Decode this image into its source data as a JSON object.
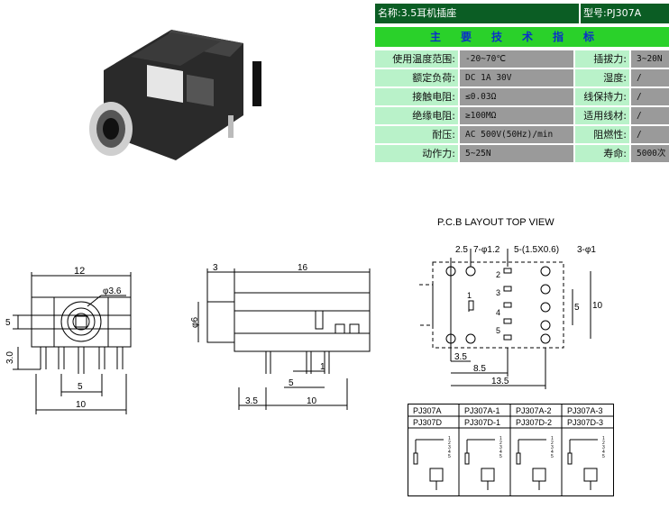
{
  "spec": {
    "name_label": "名称:3.5耳机插座",
    "model_label": "型号:PJ307A",
    "section_title": "主要技术指标",
    "rows": [
      {
        "l1": "使用温度范围:",
        "v1": "-20~70℃",
        "l2": "插拔力:",
        "v2": "3~20N"
      },
      {
        "l1": "额定负荷:",
        "v1": "DC 1A 30V",
        "l2": "湿度:",
        "v2": "/"
      },
      {
        "l1": "接触电阻:",
        "v1": "≤0.03Ω",
        "l2": "线保持力:",
        "v2": "/"
      },
      {
        "l1": "绝缘电阻:",
        "v1": "≥100MΩ",
        "l2": "适用线材:",
        "v2": "/"
      },
      {
        "l1": "耐压:",
        "v1": "AC 500V(50Hz)/min",
        "l2": "阻燃性:",
        "v2": "/"
      },
      {
        "l1": "动作力:",
        "v1": "5~25N",
        "l2": "寿命:",
        "v2": "5000次"
      }
    ]
  },
  "front_view": {
    "dim_width": "12",
    "dim_hole": "φ3.6",
    "dim_height": "5",
    "dim_pin": "3.0",
    "dim_pin_spacing": "5",
    "dim_total": "10"
  },
  "side_view": {
    "dim_front": "3",
    "dim_len": "16",
    "dim_dia": "φ6",
    "dim_pin1": "1",
    "dim_pin2": "5",
    "dim_start": "3.5",
    "dim_end": "10"
  },
  "pcb": {
    "title": "P.C.B LAYOUT    TOP VIEW",
    "dim_a": "2.5",
    "dim_b": "7-φ1.2",
    "dim_c": "5-(1.5X0.6)",
    "dim_d": "3-φ1",
    "pin_labels": [
      "1",
      "2",
      "3",
      "4",
      "5"
    ],
    "dim_h5": "5",
    "dim_h10": "10",
    "dim_35": "3.5",
    "dim_85": "8.5",
    "dim_135": "13.5"
  },
  "variants": {
    "row1": [
      "PJ307A",
      "PJ307A-1",
      "PJ307A-2",
      "PJ307A-3"
    ],
    "row2": [
      "PJ307D",
      "PJ307D-1",
      "PJ307D-2",
      "PJ307D-3"
    ],
    "pins": [
      "1",
      "2",
      "3",
      "4",
      "5"
    ]
  }
}
